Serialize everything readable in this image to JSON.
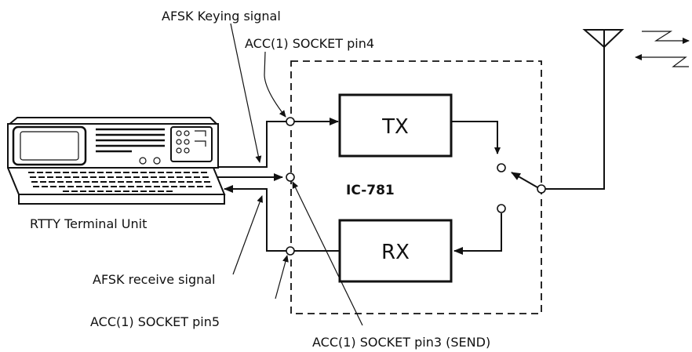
{
  "device_label": "IC-781",
  "blocks": {
    "tx": "TX",
    "rx": "RX"
  },
  "terminal": {
    "label": "RTTY Terminal Unit"
  },
  "signals": {
    "afsk_keying": "AFSK Keying signal",
    "afsk_receive": "AFSK receive signal"
  },
  "pins": {
    "pin4": "ACC(1) SOCKET pin4",
    "pin5": "ACC(1) SOCKET pin5",
    "pin3": "ACC(1) SOCKET pin3 (SEND)"
  },
  "icons": {
    "antenna": "antenna-icon",
    "terminal": "computer-terminal-icon",
    "switch": "transmit-receive-switch-icon",
    "waves": "radio-wave-icon"
  }
}
